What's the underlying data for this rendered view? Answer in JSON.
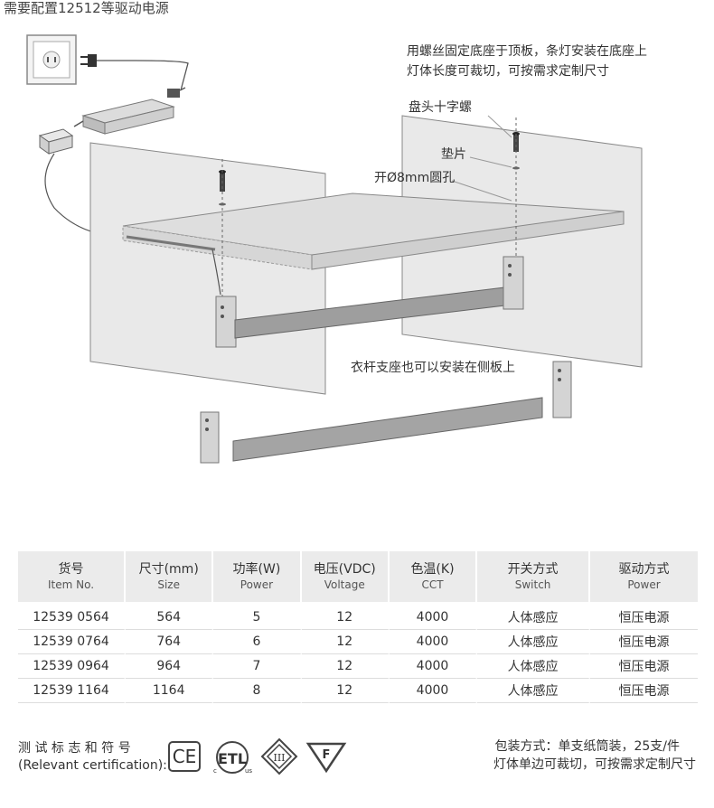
{
  "header": {
    "driver_note": "需要配置12512等驱动电源"
  },
  "diagram": {
    "note_install_line1": "用螺丝固定底座于顶板，条灯安装在底座上",
    "note_install_line2": "灯体长度可裁切，可按需求定制尺寸",
    "label_screw": "盘头十字螺",
    "label_washer": "垫片",
    "label_hole": "开Ø8mm圆孔",
    "label_side_mount": "衣杆支座也可以安装在侧板上"
  },
  "table": {
    "headers": [
      {
        "cn": "货号",
        "en": "Item No."
      },
      {
        "cn": "尺寸(mm)",
        "en": "Size"
      },
      {
        "cn": "功率(W)",
        "en": "Power"
      },
      {
        "cn": "电压(VDC)",
        "en": "Voltage"
      },
      {
        "cn": "色温(K)",
        "en": "CCT"
      },
      {
        "cn": "开关方式",
        "en": "Switch"
      },
      {
        "cn": "驱动方式",
        "en": "Power"
      }
    ],
    "rows": [
      [
        "12539 0564",
        "564",
        "5",
        "12",
        "4000",
        "人体感应",
        "恒压电源"
      ],
      [
        "12539 0764",
        "764",
        "6",
        "12",
        "4000",
        "人体感应",
        "恒压电源"
      ],
      [
        "12539 0964",
        "964",
        "7",
        "12",
        "4000",
        "人体感应",
        "恒压电源"
      ],
      [
        "12539 1164",
        "1164",
        "8",
        "12",
        "4000",
        "人体感应",
        "恒压电源"
      ]
    ]
  },
  "certification": {
    "label_cn": "测 试 标 志 和 符 号",
    "label_en": "(Relevant certification):",
    "marks": {
      "ce": "CE",
      "etl_small_left": "c",
      "etl_small_right": "us",
      "class3": "III",
      "f_mark": "F"
    }
  },
  "packaging": {
    "line1": "包装方式：单支纸筒装，25支/件",
    "line2": "灯体单边可裁切，可按需求定制尺寸"
  },
  "colors": {
    "board_fill": "#e7e7e7",
    "board_stroke": "#888888",
    "bar_fill": "#9a9a9a",
    "table_header_bg": "#ebebeb"
  }
}
